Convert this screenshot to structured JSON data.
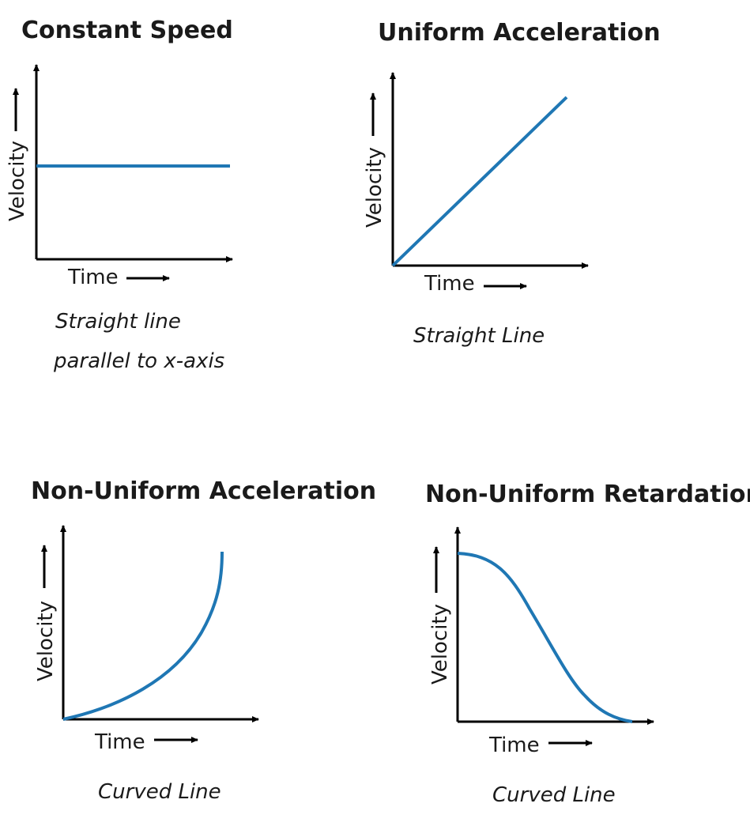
{
  "theme": {
    "curve_color": "#1f77b4",
    "axis_color": "#000000"
  },
  "panels": [
    {
      "title": "Constant Speed",
      "xlabel": "Time",
      "ylabel": "Velocity",
      "caption_lines": [
        "Straight line",
        "parallel to x-axis"
      ],
      "curve_shape": "horizontal line"
    },
    {
      "title": "Uniform Acceleration",
      "xlabel": "Time",
      "ylabel": "Velocity",
      "caption_lines": [
        "Straight Line"
      ],
      "curve_shape": "rising straight line from origin"
    },
    {
      "title": "Non-Uniform Acceleration",
      "xlabel": "Time",
      "ylabel": "Velocity",
      "caption_lines": [
        "Curved Line"
      ],
      "curve_shape": "upward-bending curve from origin"
    },
    {
      "title": "Non-Uniform Retardation",
      "xlabel": "Time",
      "ylabel": "Velocity",
      "caption_lines": [
        "Curved Line"
      ],
      "curve_shape": "falling S-shaped curve to x-axis"
    }
  ]
}
